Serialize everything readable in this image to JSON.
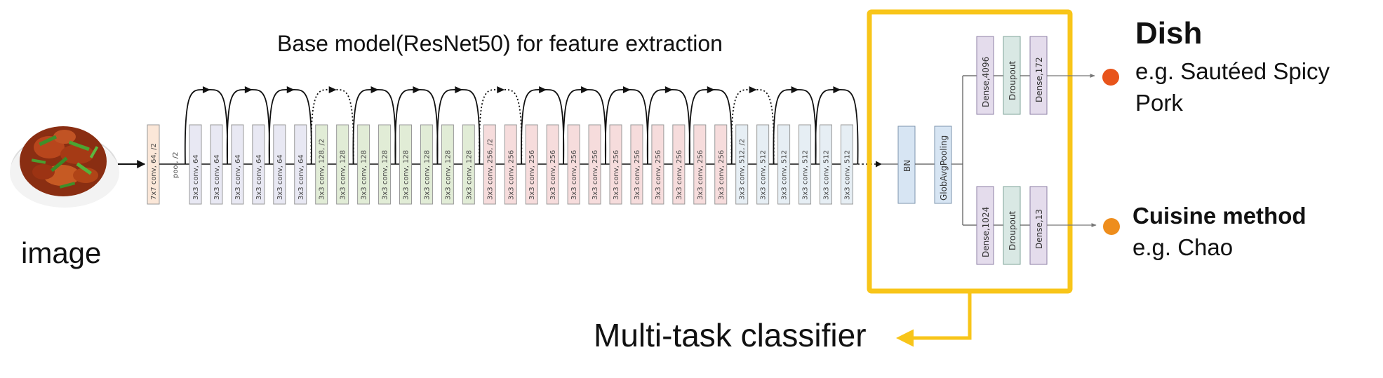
{
  "title": "Base model(ResNet50)  for feature extraction",
  "image_label": "image",
  "classifier_label": "Multi-task classifier",
  "pool_label": "pool, /2",
  "colors": {
    "stem": "#fbe7d8",
    "conv64": "#e8e8f3",
    "conv128": "#e1ecd6",
    "conv256": "#f6dcdc",
    "conv512": "#e6eef4",
    "bn": "#d7e5f3",
    "dense": "#e4dcec",
    "dropout": "#d9e8e4",
    "highlight": "#f8c519",
    "dot_dish": "#e8541b",
    "dot_cuisine": "#ee8d1c"
  },
  "stem_layer": "7x7 conv, 64, /2",
  "backbone_layers": [
    {
      "label": "3x3 conv, 64",
      "stage": "conv64"
    },
    {
      "label": "3x3 conv, 64",
      "stage": "conv64"
    },
    {
      "label": "3x3 conv, 64",
      "stage": "conv64"
    },
    {
      "label": "3x3 conv, 64",
      "stage": "conv64"
    },
    {
      "label": "3x3 conv, 64",
      "stage": "conv64"
    },
    {
      "label": "3x3 conv, 64",
      "stage": "conv64"
    },
    {
      "label": "3x3 conv, 128, /2",
      "stage": "conv128"
    },
    {
      "label": "3x3 conv, 128",
      "stage": "conv128"
    },
    {
      "label": "3x3 conv, 128",
      "stage": "conv128"
    },
    {
      "label": "3x3 conv, 128",
      "stage": "conv128"
    },
    {
      "label": "3x3 conv, 128",
      "stage": "conv128"
    },
    {
      "label": "3x3 conv, 128",
      "stage": "conv128"
    },
    {
      "label": "3x3 conv, 128",
      "stage": "conv128"
    },
    {
      "label": "3x3 conv, 128",
      "stage": "conv128"
    },
    {
      "label": "3x3 conv, 256, /2",
      "stage": "conv256"
    },
    {
      "label": "3x3 conv, 256",
      "stage": "conv256"
    },
    {
      "label": "3x3 conv, 256",
      "stage": "conv256"
    },
    {
      "label": "3x3 conv, 256",
      "stage": "conv256"
    },
    {
      "label": "3x3 conv, 256",
      "stage": "conv256"
    },
    {
      "label": "3x3 conv, 256",
      "stage": "conv256"
    },
    {
      "label": "3x3 conv, 256",
      "stage": "conv256"
    },
    {
      "label": "3x3 conv, 256",
      "stage": "conv256"
    },
    {
      "label": "3x3 conv, 256",
      "stage": "conv256"
    },
    {
      "label": "3x3 conv, 256",
      "stage": "conv256"
    },
    {
      "label": "3x3 conv, 256",
      "stage": "conv256"
    },
    {
      "label": "3x3 conv, 256",
      "stage": "conv256"
    },
    {
      "label": "3x3 conv, 512, /2",
      "stage": "conv512"
    },
    {
      "label": "3x3 conv, 512",
      "stage": "conv512"
    },
    {
      "label": "3x3 conv, 512",
      "stage": "conv512"
    },
    {
      "label": "3x3 conv, 512",
      "stage": "conv512"
    },
    {
      "label": "3x3 conv, 512",
      "stage": "conv512"
    },
    {
      "label": "3x3 conv, 512",
      "stage": "conv512"
    }
  ],
  "skip_connections": [
    "solid",
    "solid",
    "solid",
    "dotted",
    "solid",
    "solid",
    "solid",
    "dotted",
    "solid",
    "solid",
    "solid",
    "solid",
    "solid",
    "dotted",
    "solid",
    "solid"
  ],
  "classifier": {
    "bn": "BN",
    "pooling": "GlobAvgPooling",
    "dish_layers": [
      "Dense,4096",
      "Droupout",
      "Dense,172"
    ],
    "cuisine_layers": [
      "Dense,1024",
      "Droupout",
      "Dense,13"
    ]
  },
  "outputs": {
    "dish": {
      "title": "Dish",
      "example_line1": "e.g. Sautéed Spicy",
      "example_line2": "Pork"
    },
    "cuisine": {
      "title": "Cuisine method",
      "example": "e.g. Chao"
    }
  }
}
